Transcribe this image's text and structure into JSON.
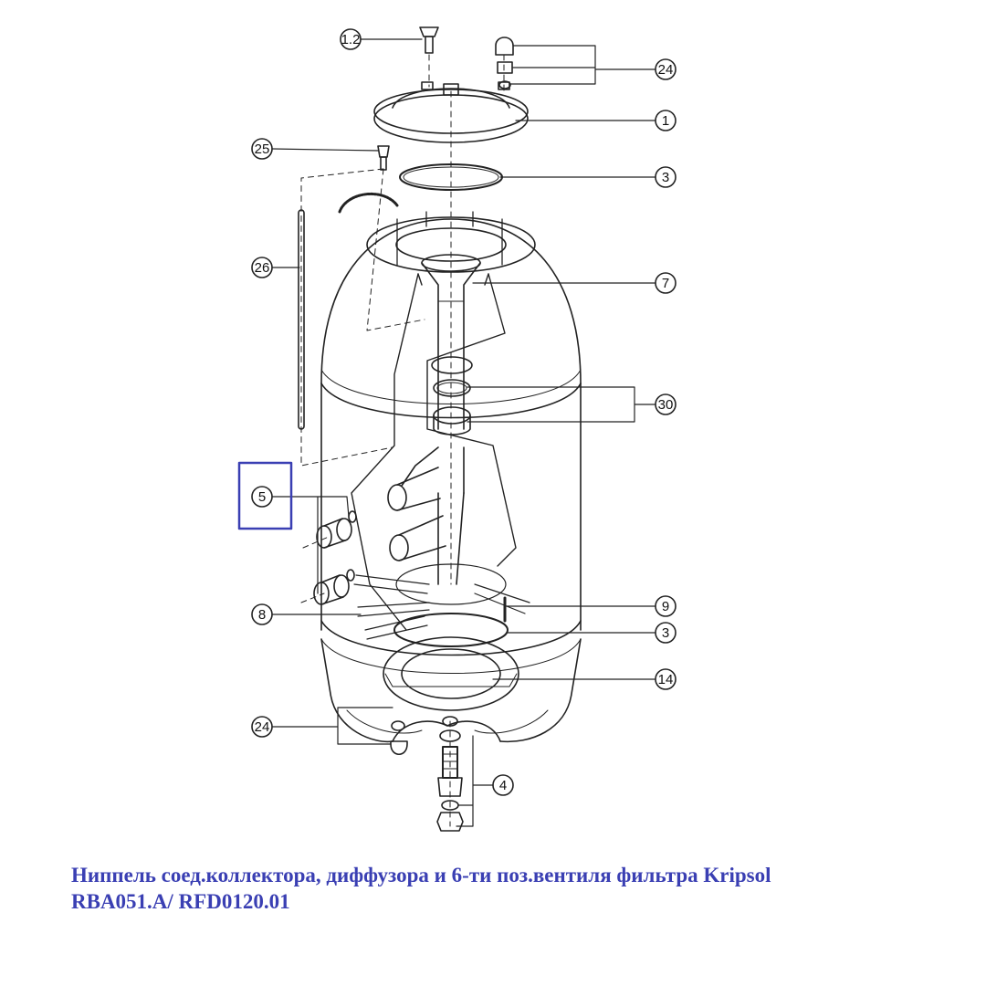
{
  "callouts": {
    "c12": "1.2",
    "c24a": "24",
    "c1": "1",
    "c25": "25",
    "c3a": "3",
    "c26": "26",
    "c7": "7",
    "c30": "30",
    "c5": "5",
    "c8": "8",
    "c9": "9",
    "c3b": "3",
    "c14": "14",
    "c24b": "24",
    "c4": "4"
  },
  "highlight": {
    "color": "#3a3fb3",
    "target": "5"
  },
  "caption": {
    "line1": "Ниппель соед.коллектора, диффузора и 6-ти поз.вентиля фильтра Kripsol",
    "line2": "RBA051.A/ RFD0120.01"
  }
}
